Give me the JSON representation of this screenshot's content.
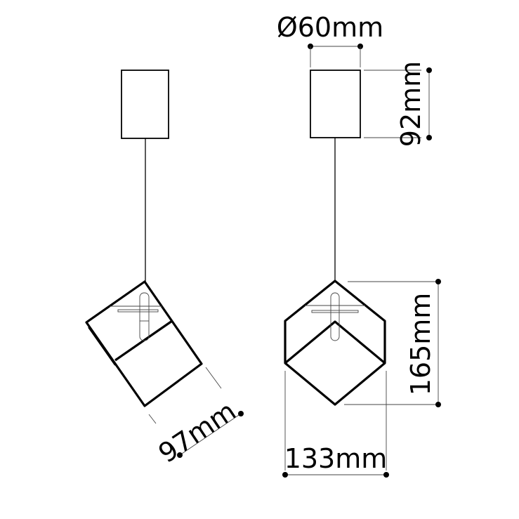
{
  "title": "Pendant lamp dimension drawing",
  "dimensions": {
    "canopy_diameter": "Ø60mm",
    "canopy_height": "92mm",
    "shade_side": "97mm",
    "shade_height": "165mm",
    "shade_width": "133mm"
  }
}
